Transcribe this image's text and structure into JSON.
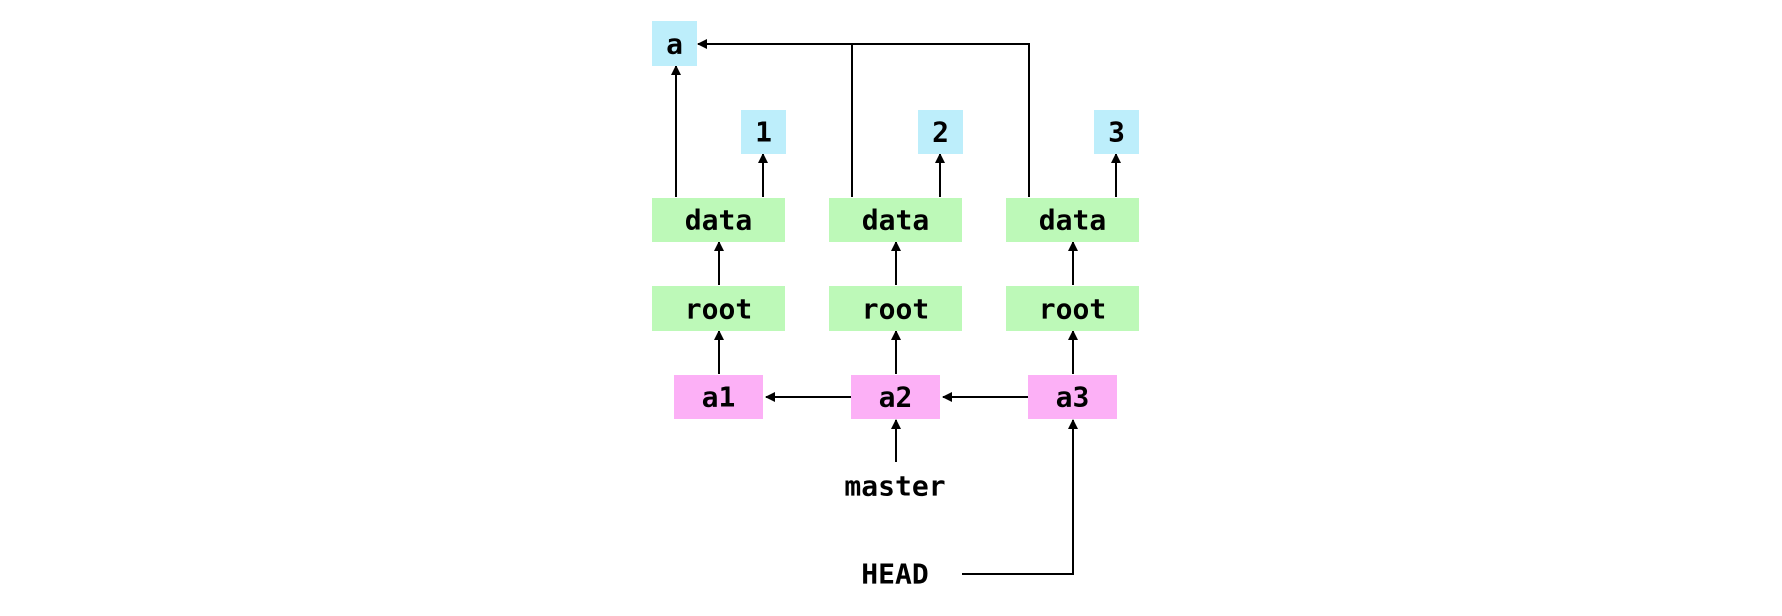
{
  "colors": {
    "blob": "#bdeefb",
    "tree": "#bdf9b8",
    "commit": "#fcb0f6",
    "line": "#000000"
  },
  "diagram": {
    "blob_a": "a",
    "blob_1": "1",
    "blob_2": "2",
    "blob_3": "3",
    "tree_data_1": "data",
    "tree_data_2": "data",
    "tree_data_3": "data",
    "tree_root_1": "root",
    "tree_root_2": "root",
    "tree_root_3": "root",
    "commit_a1": "a1",
    "commit_a2": "a2",
    "commit_a3": "a3",
    "ref_master": "master",
    "ref_head": "HEAD"
  }
}
